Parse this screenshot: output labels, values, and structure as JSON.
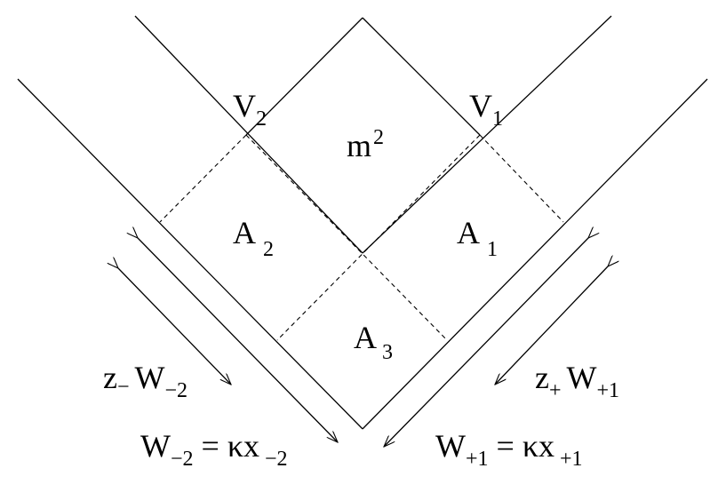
{
  "diagram": {
    "labels": {
      "v2": {
        "base": "V",
        "sub": "2"
      },
      "v1": {
        "base": "V",
        "sub": "1"
      },
      "m2": {
        "base": "m",
        "sup": "2"
      },
      "a2": {
        "base": "A",
        "sub": "2"
      },
      "a1": {
        "base": "A",
        "sub": "1"
      },
      "a3": {
        "base": "A",
        "sub": "3"
      },
      "left_arrow": {
        "z": "z",
        "z_sub": "−",
        "w": "W",
        "w_sub": "−2"
      },
      "right_arrow": {
        "z": "z",
        "z_sub": "+",
        "w": "W",
        "w_sub": "+1"
      },
      "bottom_left": {
        "w": "W",
        "w_sub": "−2",
        "eq": " = κx",
        "x_sub": " −2"
      },
      "bottom_right": {
        "w": "W",
        "w_sub": "+1",
        "eq": " = κx",
        "x_sub": " +1"
      }
    }
  },
  "colors": {
    "stroke": "#000000",
    "background": "#ffffff"
  }
}
